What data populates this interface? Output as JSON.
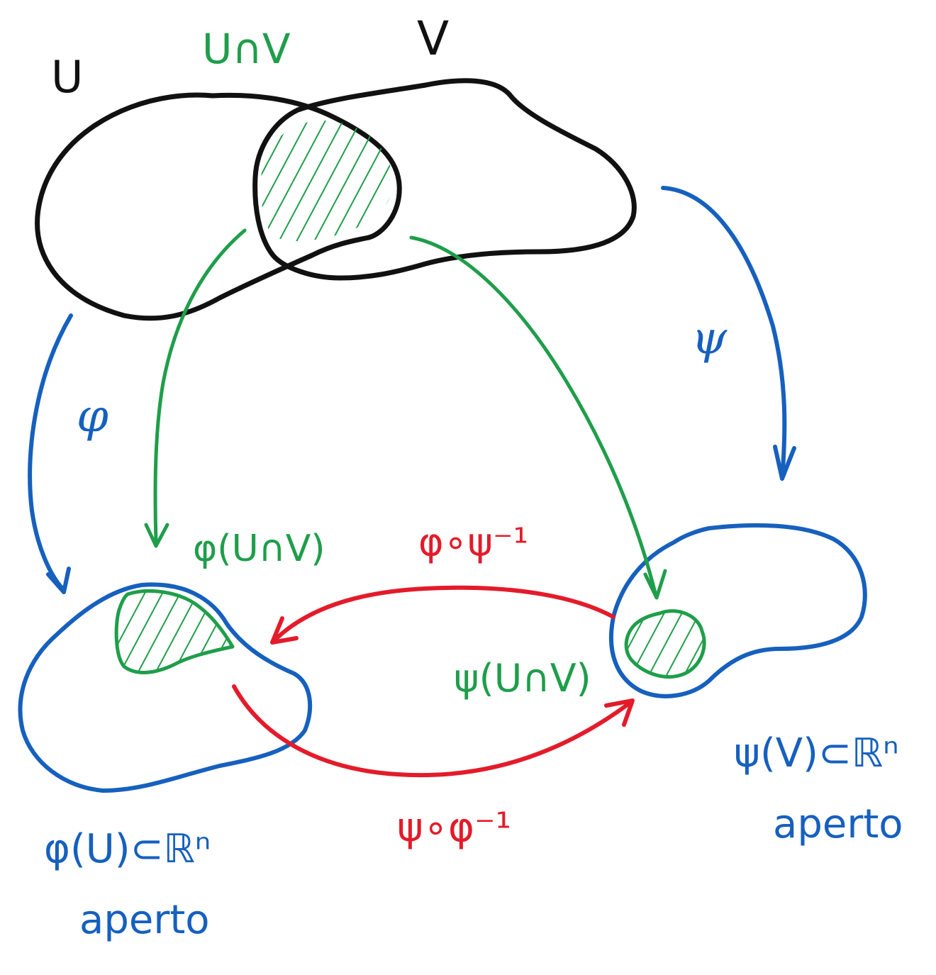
{
  "colors": {
    "black": "#111111",
    "green": "#1f9e4a",
    "blue": "#1660be",
    "red": "#e31b2a"
  },
  "labels": {
    "U": "U",
    "V": "V",
    "UcapV": "U∩V",
    "phi": "φ",
    "psi": "ψ",
    "phi_UcapV": "φ(U∩V)",
    "psi_UcapV": "ψ(U∩V)",
    "phi_psi_inv": "φ∘ψ⁻¹",
    "psi_phi_inv": "ψ∘φ⁻¹",
    "phiU_line1": "φ(U)⊂ℝⁿ",
    "phiU_line2": "aperto",
    "psiV_line1": "ψ(V)⊂ℝⁿ",
    "psiV_line2": "aperto"
  }
}
